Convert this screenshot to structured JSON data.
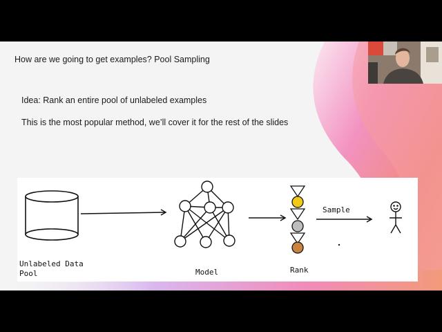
{
  "slide": {
    "title": "How are we going to get examples? Pool Sampling",
    "idea": "Idea: Rank an entire pool of unlabeled examples",
    "popular": "This is the most popular method, we’ll cover it for the rest of the slides"
  },
  "diagram": {
    "pool_label_line1": "Unlabeled Data",
    "pool_label_line2": "Pool",
    "model_label": "Model",
    "rank_label": "Rank",
    "sample_label": "Sample",
    "rank_colors": [
      "#f2c919",
      "#bdbdbd",
      "#c9823f"
    ]
  },
  "colors": {
    "slide_bg": "#f4f4f4",
    "gradient_pink": "#f07aa8",
    "gradient_orange": "#f09478",
    "gradient_violet": "#c88ae6"
  }
}
